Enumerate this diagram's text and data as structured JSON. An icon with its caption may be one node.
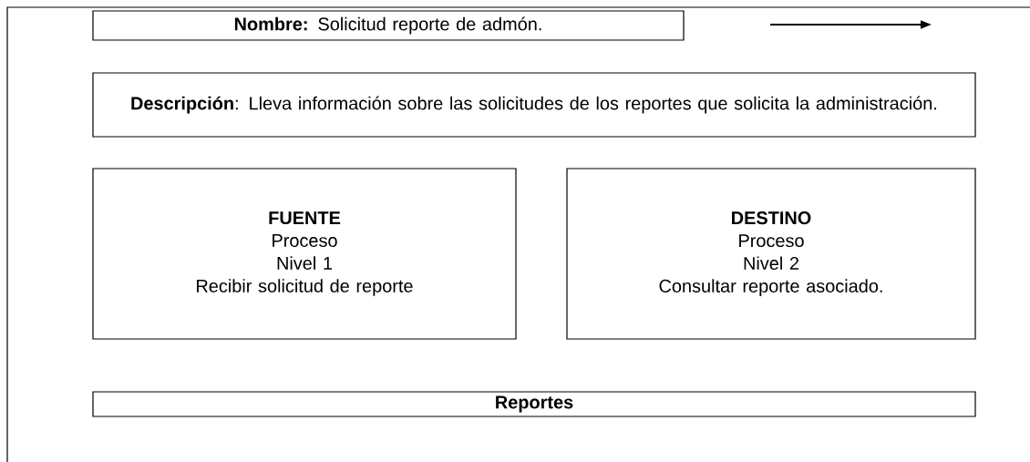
{
  "diagram": {
    "nodes": [
      {
        "text": [
          "**Nombre:** Solicitud reporte de admón."
        ]
      },
      {
        "text": [
          "**Descripción**: Lleva información sobre las solicitudes de los reportes que solicita la administración."
        ]
      },
      {
        "text": [
          "FUENTE",
          "Proceso",
          "Nivel 1",
          "Recibir solicitud de reporte"
        ]
      },
      {
        "text": [
          "DESTINO",
          "Proceso",
          "Nivel 2",
          "Consultar reporte asociado."
        ]
      },
      {
        "text": [
          "Reportes"
        ]
      }
    ],
    "edges": []
  }
}
